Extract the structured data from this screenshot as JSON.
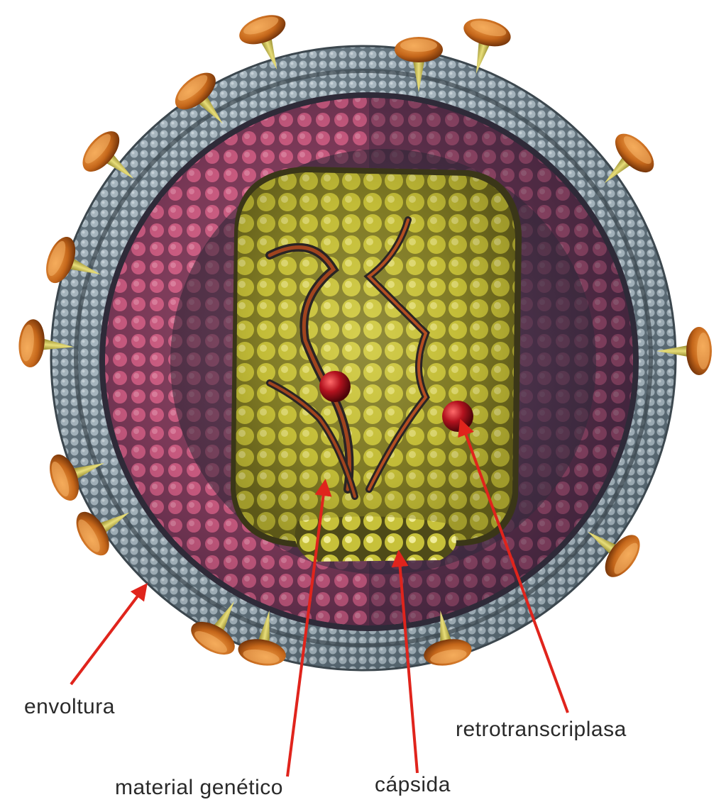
{
  "labels": {
    "envoltura": "envoltura",
    "retrotranscriptasa": "retrotranscriplasa",
    "material_genetico": "material genético",
    "capsida": "cápsida"
  },
  "colors": {
    "envelope": "#8e9ea8",
    "matrix": "#c8587a",
    "capsid": "#c9c437",
    "enzyme": "#a3101c",
    "spike_head": "#c4661a",
    "spike_stem": "#cfc35a",
    "arrow": "#e0241c",
    "rna": "#a0441e"
  },
  "icons": {
    "spike": "glycoprotein-spike-icon"
  }
}
